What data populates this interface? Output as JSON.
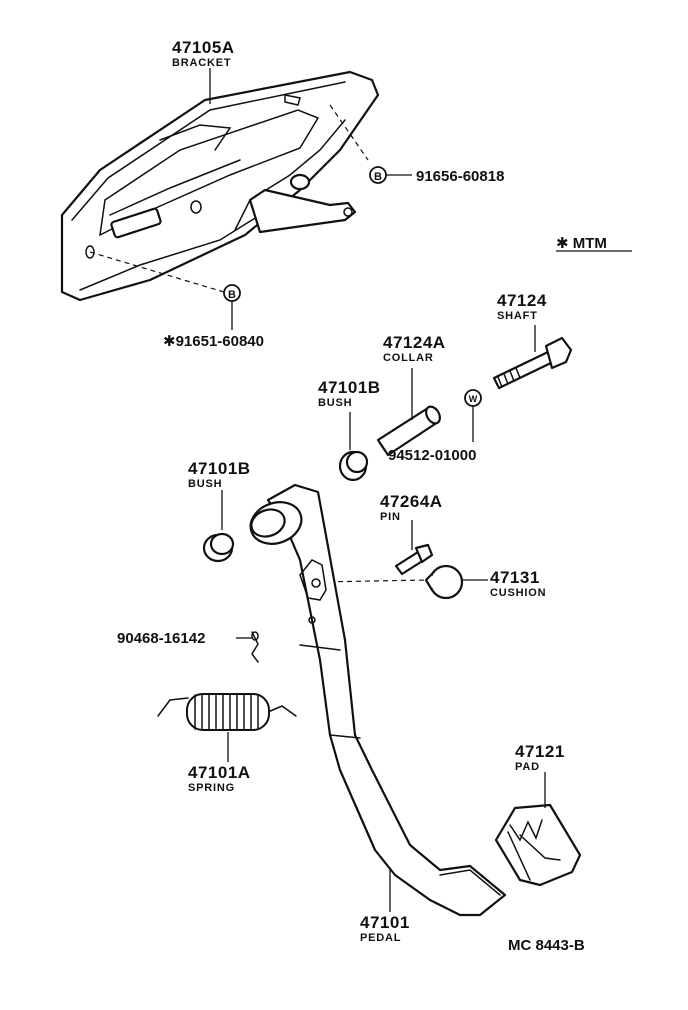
{
  "labels": {
    "bracket": {
      "number": "47105A",
      "name": "BRACKET"
    },
    "bolt_a": {
      "number": "91656-60818"
    },
    "bolt_b": {
      "number": "✱91651-60840"
    },
    "mtm_note": {
      "text": "✱ MTM"
    },
    "shaft": {
      "number": "47124",
      "name": "SHAFT"
    },
    "collar": {
      "number": "47124A",
      "name": "COLLAR"
    },
    "bush_right": {
      "number": "47101B",
      "name": "BUSH"
    },
    "washer": {
      "number": "94512-01000"
    },
    "bush_left": {
      "number": "47101B",
      "name": "BUSH"
    },
    "pin": {
      "number": "47264A",
      "name": "PIN"
    },
    "cushion": {
      "number": "47131",
      "name": "CUSHION"
    },
    "clip": {
      "number": "90468-16142"
    },
    "spring": {
      "number": "47101A",
      "name": "SPRING"
    },
    "pad": {
      "number": "47121",
      "name": "PAD"
    },
    "pedal": {
      "number": "47101",
      "name": "PEDAL"
    },
    "drawing_code": {
      "text": "MC 8443-B"
    }
  },
  "symbols": {
    "bolt_marker": "B",
    "washer_marker": "W"
  }
}
